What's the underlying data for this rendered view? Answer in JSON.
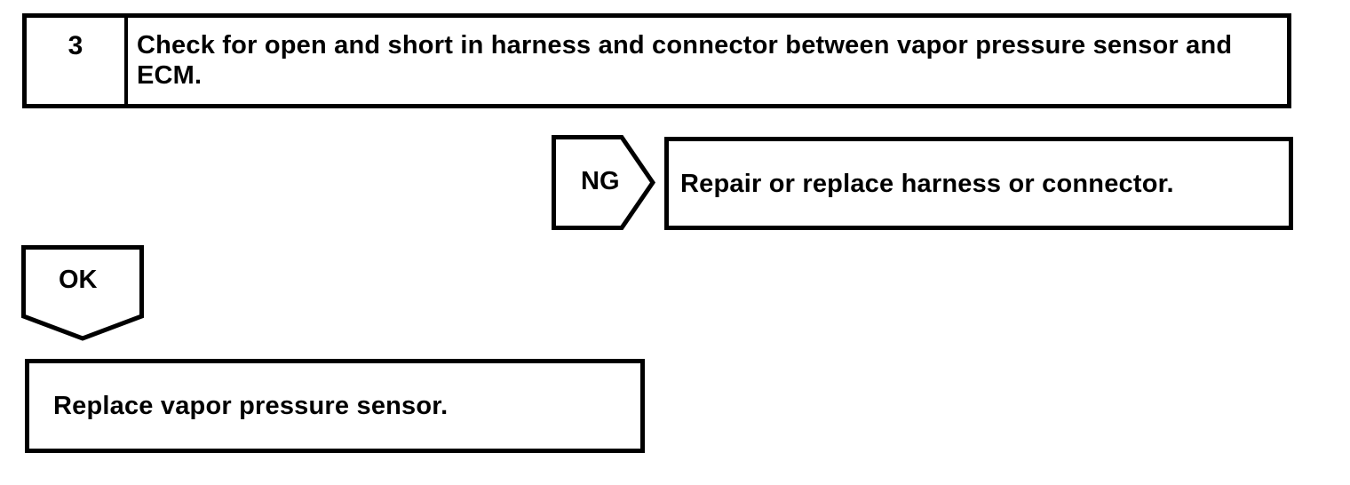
{
  "page": {
    "paper_color": "#ffffff",
    "ink_color": "#000000"
  },
  "flowchart": {
    "step": {
      "number": "3",
      "instruction": "Check for open and short in harness and connector between vapor pressure sensor and ECM."
    },
    "ng_branch": {
      "label": "NG",
      "action": "Repair or replace harness or connector."
    },
    "ok_branch": {
      "label": "OK",
      "action": "Replace vapor pressure sensor."
    }
  }
}
